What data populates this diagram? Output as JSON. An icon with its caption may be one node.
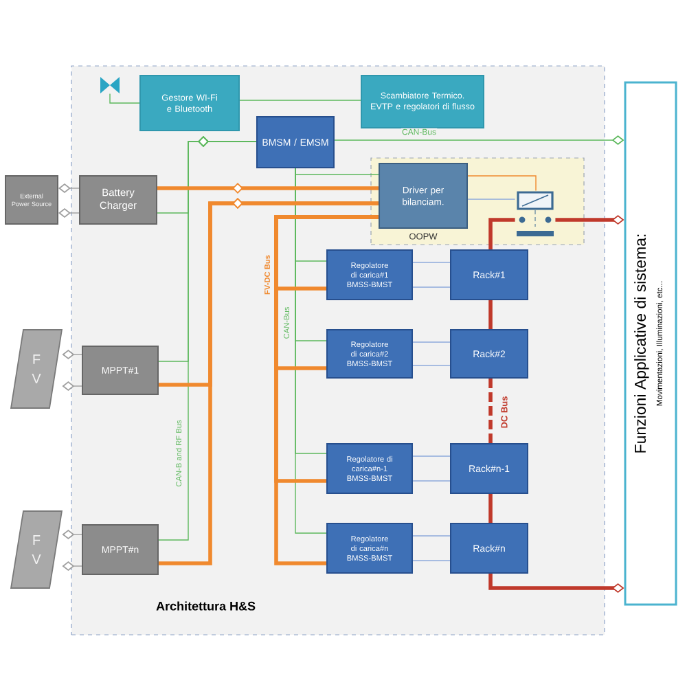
{
  "diagram": {
    "nodes": [
      {
        "text": [
          "Architettura H&S"
        ]
      },
      {
        "text": [
          "Gestore WI-Fi e Bluetooth"
        ],
        "in": 0
      },
      {
        "text": [],
        "shape": "antenna",
        "in": 0
      },
      {
        "text": [
          "Scambiatore Termico. EVTP e regolatori di flusso"
        ],
        "in": 0
      },
      {
        "text": [
          "BMSM / EMSM"
        ],
        "in": 0
      },
      {
        "text": [
          "External Power Source"
        ]
      },
      {
        "text": [
          "Battery Charger"
        ],
        "in": 0
      },
      {
        "text": [
          "OOPW"
        ],
        "in": 0
      },
      {
        "text": [
          "Driver per bilanciam."
        ],
        "in": 7
      },
      {
        "text": [],
        "shape": "switch",
        "in": 7
      },
      {
        "text": [
          "Regolatore di carica#1 BMSS-BMST"
        ],
        "in": 0
      },
      {
        "text": [
          "Regolatore di carica#2 BMSS-BMST"
        ],
        "in": 0
      },
      {
        "text": [
          "Regolatore di carica#n-1 BMSS-BMST"
        ],
        "in": 0
      },
      {
        "text": [
          "Regolatore di carica#n BMSS-BMST"
        ],
        "in": 0
      },
      {
        "text": [
          "Rack#1"
        ],
        "in": 0
      },
      {
        "text": [
          "Rack#2"
        ],
        "in": 0
      },
      {
        "text": [
          "Rack#n-1"
        ],
        "in": 0
      },
      {
        "text": [
          "Rack#n"
        ],
        "in": 0
      },
      {
        "text": [
          "F V"
        ]
      },
      {
        "text": [
          "MPPT#1"
        ],
        "in": 0
      },
      {
        "text": [
          "F V"
        ]
      },
      {
        "text": [
          "MPPT#n"
        ],
        "in": 0
      },
      {
        "text": [
          "Funzioni Applicative di sistema:",
          "Movimentazioni, Illuminazioni, etc..."
        ]
      }
    ],
    "edges": [
      {
        "from": 2,
        "to": 1,
        "arrow": "none",
        "color": "#5cb85c"
      },
      {
        "from": 1,
        "to": 3,
        "arrow": "none",
        "color": "#5cb85c"
      },
      {
        "from": 4,
        "to": 22,
        "arrow": "other",
        "color": "#5cb85c",
        "label": "CAN-Bus"
      },
      {
        "from": 4,
        "to": 6,
        "arrow": "none",
        "color": "#5cb85c"
      },
      {
        "from": 4,
        "to": 19,
        "arrow": "none",
        "color": "#5cb85c"
      },
      {
        "from": 4,
        "to": 21,
        "arrow": "none",
        "color": "#5cb85c",
        "label": "CAN-B and RF Bus"
      },
      {
        "from": 4,
        "to": 8,
        "arrow": "none",
        "color": "#5cb85c"
      },
      {
        "from": 4,
        "to": 10,
        "arrow": "none",
        "color": "#5cb85c"
      },
      {
        "from": 4,
        "to": 11,
        "arrow": "none",
        "color": "#5cb85c",
        "label": "CAN-Bus"
      },
      {
        "from": 4,
        "to": 12,
        "arrow": "none",
        "color": "#5cb85c"
      },
      {
        "from": 4,
        "to": 13,
        "arrow": "none",
        "color": "#5cb85c"
      },
      {
        "from": 5,
        "to": 6,
        "arrow": "other",
        "color": "#9e9e9e"
      },
      {
        "from": 5,
        "to": 6,
        "arrow": "other",
        "color": "#9e9e9e"
      },
      {
        "from": 6,
        "to": 8,
        "arrow": "none",
        "color": "#f0892e",
        "style": "thick"
      },
      {
        "from": 19,
        "to": 8,
        "arrow": "none",
        "color": "#f0892e",
        "style": "thick"
      },
      {
        "from": 21,
        "to": 8,
        "arrow": "none",
        "color": "#f0892e",
        "style": "thick"
      },
      {
        "from": 10,
        "to": 8,
        "arrow": "none",
        "color": "#f0892e",
        "style": "thick",
        "label": "FV-DC Bus"
      },
      {
        "from": 11,
        "to": 8,
        "arrow": "none",
        "color": "#f0892e",
        "style": "thick"
      },
      {
        "from": 12,
        "to": 8,
        "arrow": "none",
        "color": "#f0892e",
        "style": "thick"
      },
      {
        "from": 13,
        "to": 8,
        "arrow": "none",
        "color": "#f0892e",
        "style": "thick"
      },
      {
        "from": 8,
        "to": 9,
        "arrow": "none",
        "color": "#8eaadb"
      },
      {
        "from": 8,
        "to": 9,
        "arrow": "none",
        "color": "#f0892e"
      },
      {
        "from": 9,
        "to": 22,
        "arrow": "other",
        "color": "#c0392b",
        "style": "thick"
      },
      {
        "from": 9,
        "to": 14,
        "arrow": "none",
        "color": "#c0392b",
        "style": "thick"
      },
      {
        "from": 14,
        "to": 15,
        "arrow": "none",
        "color": "#c0392b",
        "style": "thick"
      },
      {
        "from": 15,
        "to": 16,
        "arrow": "none",
        "color": "#c0392b",
        "style": "dashed",
        "label": "DC Bus"
      },
      {
        "from": 16,
        "to": 17,
        "arrow": "none",
        "color": "#c0392b",
        "style": "thick"
      },
      {
        "from": 17,
        "to": 22,
        "arrow": "other",
        "color": "#c0392b",
        "style": "thick"
      },
      {
        "from": 10,
        "to": 14,
        "arrow": "none",
        "color": "#8eaadb"
      },
      {
        "from": 10,
        "to": 14,
        "arrow": "none",
        "color": "#8eaadb"
      },
      {
        "from": 11,
        "to": 15,
        "arrow": "none",
        "color": "#8eaadb"
      },
      {
        "from": 11,
        "to": 15,
        "arrow": "none",
        "color": "#8eaadb"
      },
      {
        "from": 12,
        "to": 16,
        "arrow": "none",
        "color": "#8eaadb"
      },
      {
        "from": 12,
        "to": 16,
        "arrow": "none",
        "color": "#8eaadb"
      },
      {
        "from": 13,
        "to": 17,
        "arrow": "none",
        "color": "#8eaadb"
      },
      {
        "from": 13,
        "to": 17,
        "arrow": "none",
        "color": "#8eaadb"
      },
      {
        "from": 18,
        "to": 19,
        "arrow": "other",
        "color": "#9e9e9e"
      },
      {
        "from": 18,
        "to": 19,
        "arrow": "other",
        "color": "#9e9e9e"
      },
      {
        "from": 20,
        "to": 21,
        "arrow": "other",
        "color": "#9e9e9e"
      },
      {
        "from": 20,
        "to": 21,
        "arrow": "other",
        "color": "#9e9e9e"
      }
    ]
  }
}
